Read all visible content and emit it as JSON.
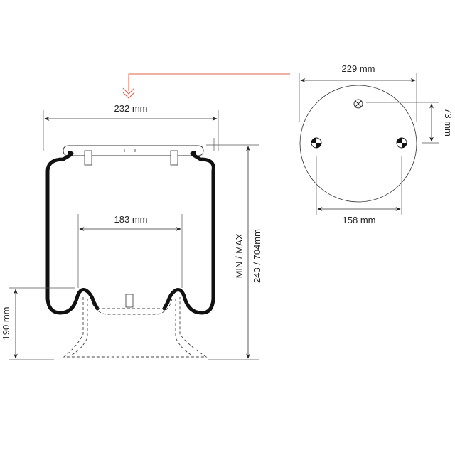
{
  "drawing": {
    "title": "Air spring technical drawing",
    "accent_color": "#e0604a",
    "side_view": {
      "top_plate_width": "232 mm",
      "piston_width": "183 mm",
      "piston_height": "190 mm",
      "height_label": "MIN / MAX",
      "height_value": "243 / 704mm"
    },
    "top_view": {
      "diameter": "229 mm",
      "stud_spacing": "158 mm",
      "air_inlet_offset": "73 mm",
      "symbols": [
        {
          "name": "air-inlet-symbol",
          "glyph": "circle-cross"
        },
        {
          "name": "stud-symbol-left",
          "glyph": "quartered-circle"
        },
        {
          "name": "stud-symbol-right",
          "glyph": "quartered-circle"
        }
      ]
    }
  }
}
